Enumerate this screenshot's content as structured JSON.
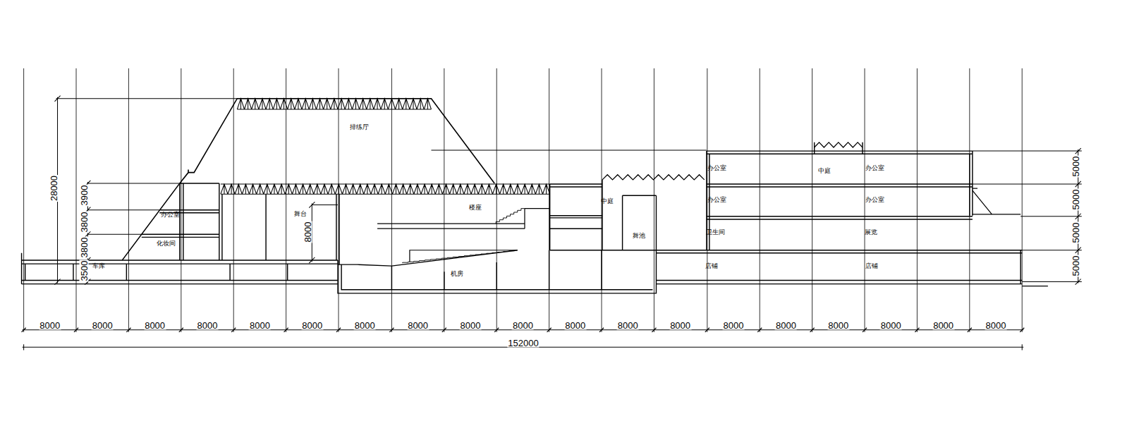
{
  "diagram": {
    "labels": [
      "排练厅",
      "28000",
      "3900",
      "3800",
      "3800",
      "3500",
      "办公室",
      "化妆间",
      "车库",
      "舞台",
      "8000",
      "楼座",
      "机房",
      "中庭",
      "舞池",
      "办公室",
      "中庭",
      "办公室",
      "办公室",
      "办公室",
      "卫生间",
      "展览",
      "店铺",
      "店铺",
      "5000",
      "5000",
      "5000",
      "5000",
      "8000",
      "8000",
      "8000",
      "8000",
      "8000",
      "8000",
      "8000",
      "8000",
      "8000",
      "8000",
      "8000",
      "8000",
      "8000",
      "8000",
      "8000",
      "8000",
      "8000",
      "8000",
      "8000",
      "152000"
    ]
  }
}
